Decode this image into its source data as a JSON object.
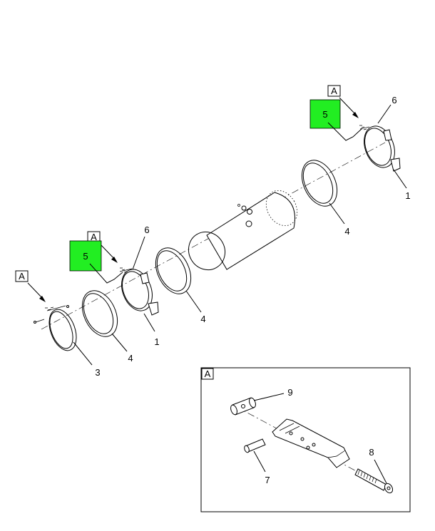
{
  "callouts": {
    "band_clamp_right": "1",
    "band_clamp_left": "1",
    "strap_left_end": "3",
    "insulator_right": "4",
    "insulator_mid": "4",
    "insulator_left": "4",
    "bracket_top_right": "6",
    "bracket_top_left": "6",
    "detail_bolt": "8",
    "detail_nut": "9",
    "detail_pin": "7"
  },
  "highlight_tags": {
    "right": "5",
    "left": "5",
    "color": "#22ee22"
  },
  "view_refs": {
    "right": "A",
    "mid": "A",
    "left": "A",
    "detail_box": "A"
  }
}
